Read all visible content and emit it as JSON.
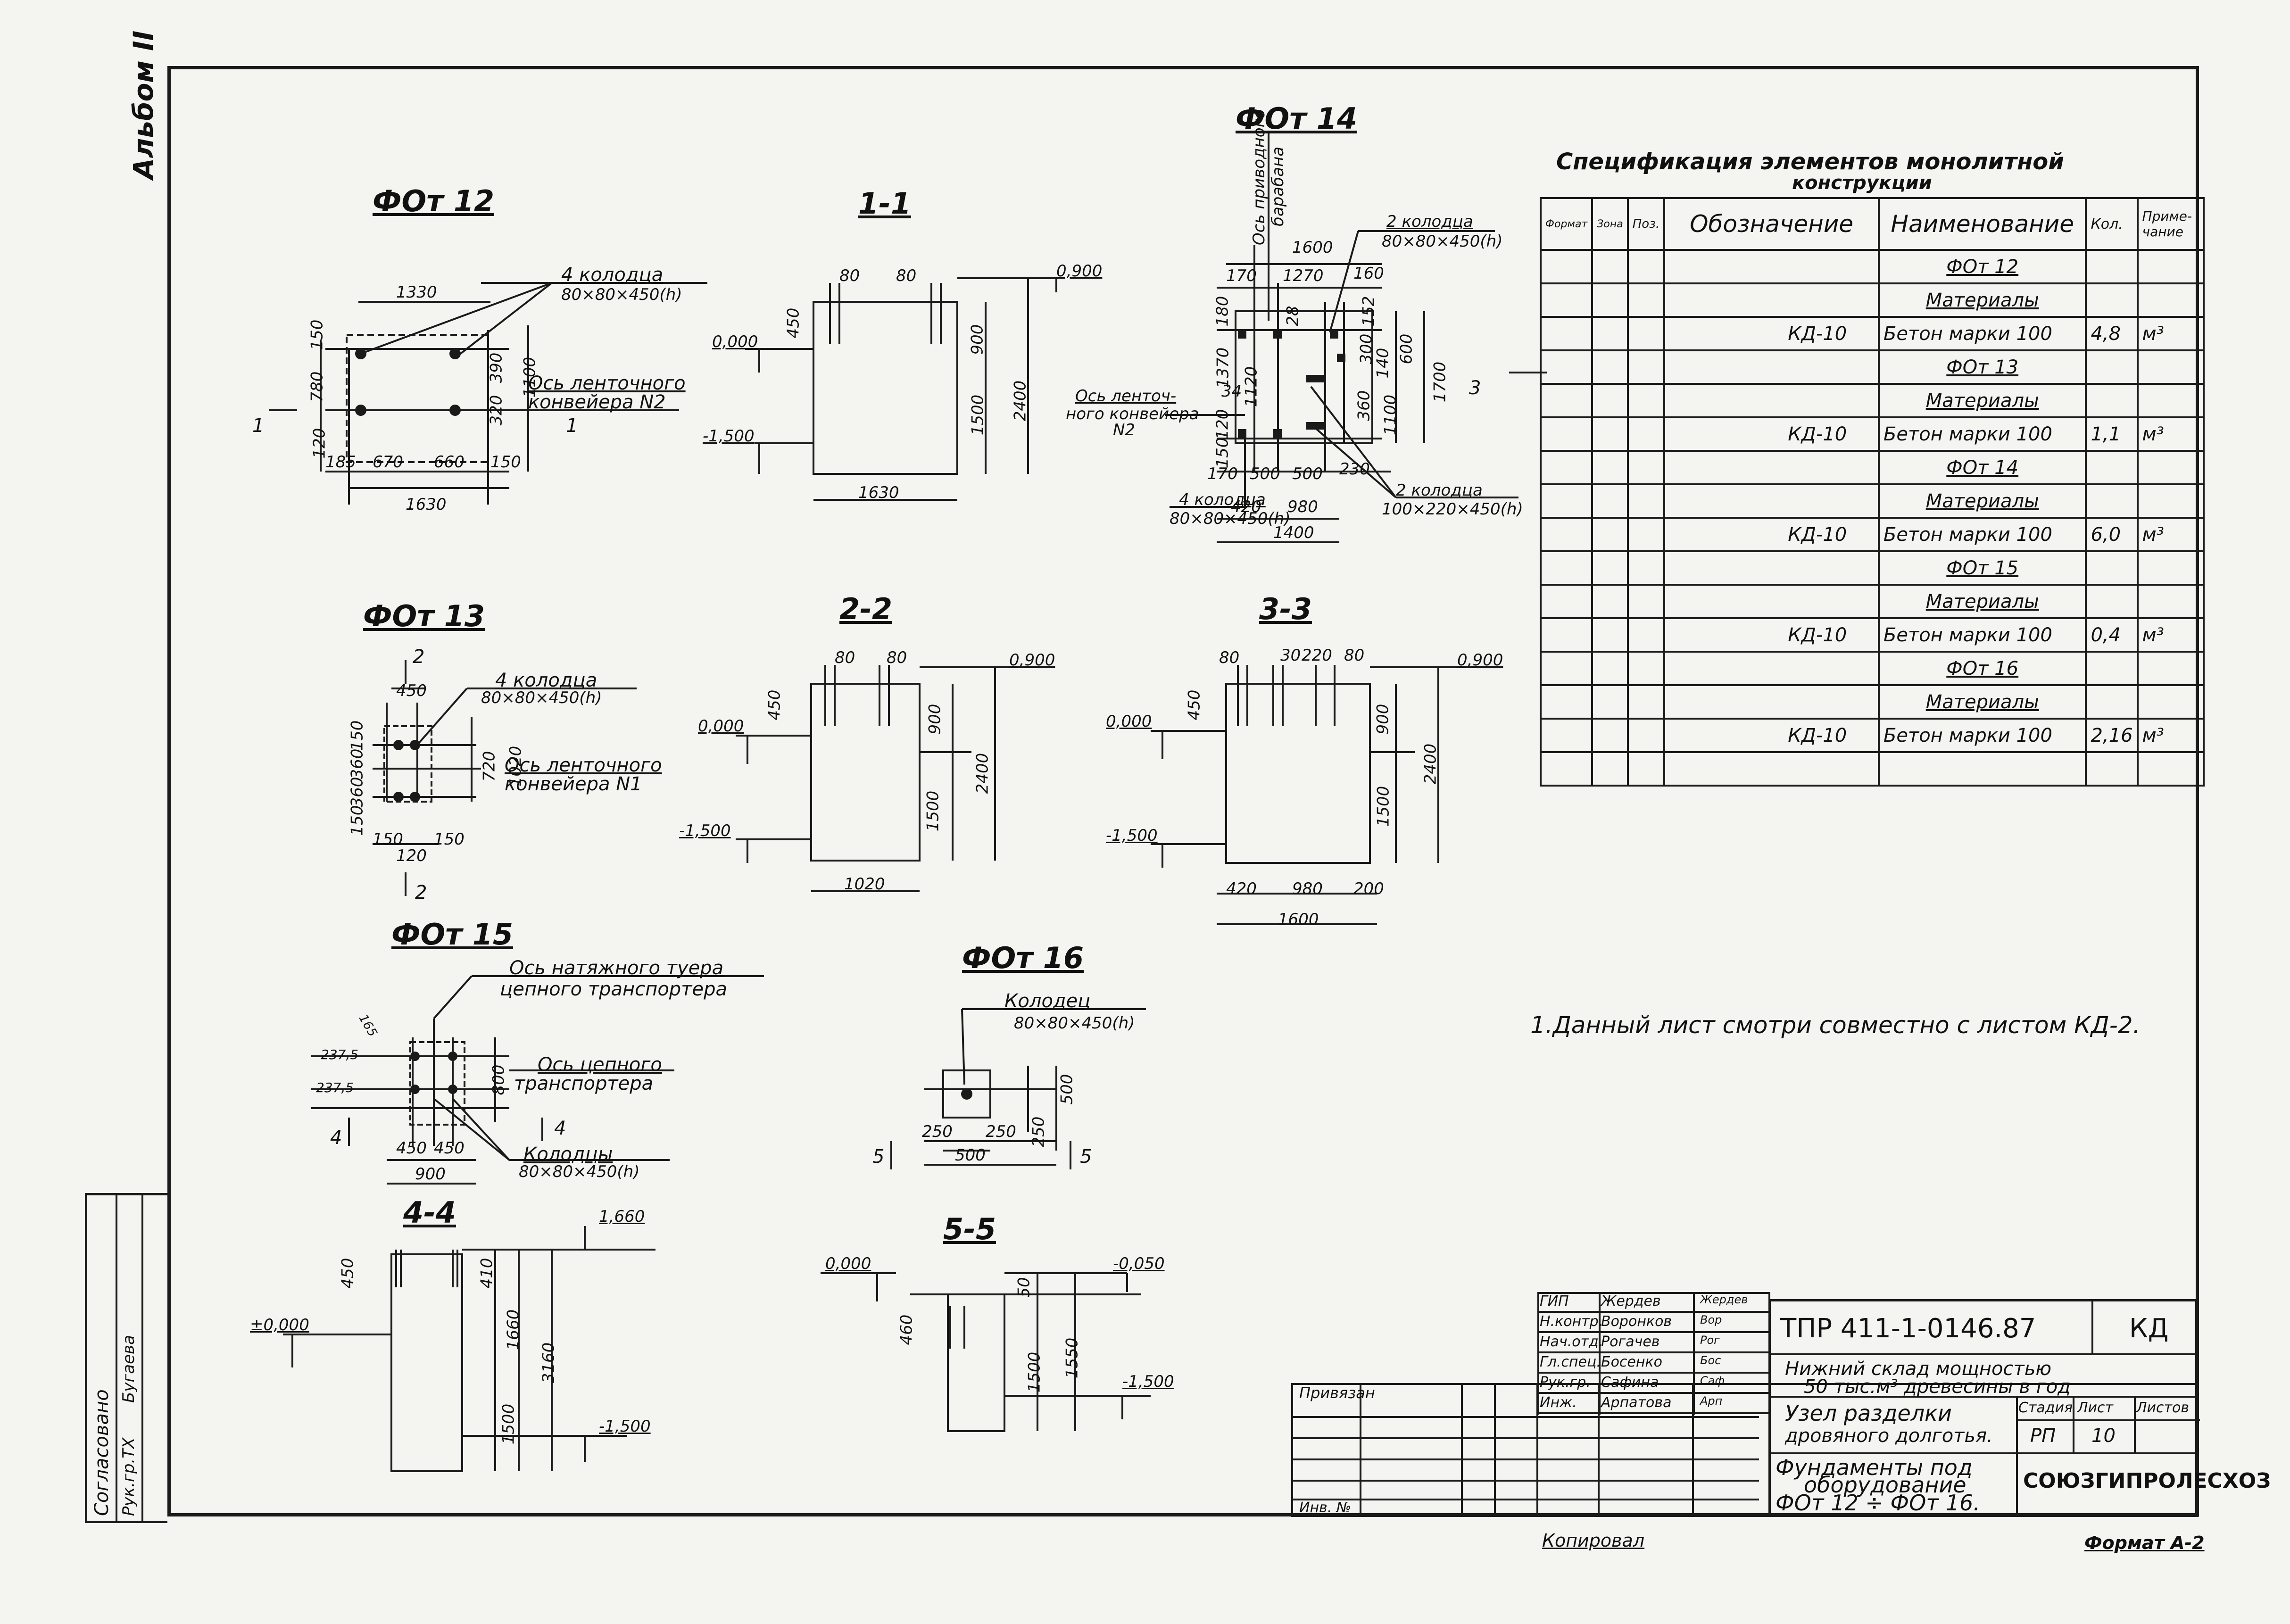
{
  "margin": {
    "vertical_1": "Альбом II"
  },
  "specification": {
    "title_line1": "Спецификация элементов монолитной",
    "title_line2": "конструкции",
    "headers": {
      "format": "Формат",
      "zone": "Зона",
      "pos": "Поз.",
      "designation": "Обозначение",
      "name": "Наименование",
      "qty": "Кол.",
      "note": "Приме-чание"
    },
    "rows": [
      {
        "designation": "",
        "name": "ФОт 12",
        "qty": "",
        "note": ""
      },
      {
        "designation": "",
        "name": "Материалы",
        "qty": "",
        "note": ""
      },
      {
        "designation": "КД-10",
        "name": "Бетон марки 100",
        "qty": "4,8",
        "note": "м³"
      },
      {
        "designation": "",
        "name": "ФОт 13",
        "qty": "",
        "note": ""
      },
      {
        "designation": "",
        "name": "Материалы",
        "qty": "",
        "note": ""
      },
      {
        "designation": "КД-10",
        "name": "Бетон марки 100",
        "qty": "1,1",
        "note": "м³"
      },
      {
        "designation": "",
        "name": "ФОт 14",
        "qty": "",
        "note": ""
      },
      {
        "designation": "",
        "name": "Материалы",
        "qty": "",
        "note": ""
      },
      {
        "designation": "КД-10",
        "name": "Бетон марки 100",
        "qty": "6,0",
        "note": "м³"
      },
      {
        "designation": "",
        "name": "ФОт 15",
        "qty": "",
        "note": ""
      },
      {
        "designation": "",
        "name": "Материалы",
        "qty": "",
        "note": ""
      },
      {
        "designation": "КД-10",
        "name": "Бетон марки 100",
        "qty": "0,4",
        "note": "м³"
      },
      {
        "designation": "",
        "name": "ФОт 16",
        "qty": "",
        "note": ""
      },
      {
        "designation": "",
        "name": "Материалы",
        "qty": "",
        "note": ""
      },
      {
        "designation": "КД-10",
        "name": "Бетон марки 100",
        "qty": "2,16",
        "note": "м³"
      },
      {
        "designation": "",
        "name": "",
        "qty": "",
        "note": ""
      }
    ]
  },
  "note": "1.Данный лист смотри совместно с листом КД-2.",
  "drawings": {
    "fot12": {
      "title": "ФОт 12",
      "d_1330": "1330",
      "d_1630": "1630",
      "d_185": "185",
      "d_670": "670",
      "d_660": "660",
      "d_150": "150",
      "d_780": "780",
      "d_150b": "150",
      "d_120": "120",
      "d_320": "320",
      "d_390": "390",
      "d_1100": "1100",
      "callout1": "4 колодца",
      "callout2": "80×80×450(h)",
      "axis1": "Ось ленточного",
      "axis2": "конвейера N2",
      "cut": "1"
    },
    "s11": {
      "title": "1-1",
      "d_80a": "80",
      "d_80b": "80",
      "d_450": "450",
      "d_900": "900",
      "d_1500": "1500",
      "d_2400": "2400",
      "d_1630": "1630",
      "lvl_top": "0,900",
      "lvl_0": "0,000",
      "lvl_bot": "-1,500"
    },
    "fot14": {
      "title": "ФОт 14",
      "vert1": "Ось приводного",
      "vert2": "барабана",
      "d_1600": "1600",
      "d_170": "170",
      "d_1270": "1270",
      "d_160": "160",
      "d_180": "180",
      "d_1370": "1370",
      "d_1120": "1120",
      "d_120": "120",
      "d_150": "150",
      "d_34": "34",
      "d_28": "28",
      "d_152": "152",
      "d_300": "300",
      "d_140": "140",
      "d_360": "360",
      "d_600": "600",
      "d_1100": "1100",
      "d_1700": "1700",
      "d_170b": "170",
      "d_500a": "500",
      "d_500b": "500",
      "d_230": "230",
      "d_420": "420",
      "d_980": "980",
      "d_1400": "1400",
      "c1a": "2 колодца",
      "c1b": "80×80×450(h)",
      "c2a": "4 колодца",
      "c2b": "80×80×450(h)",
      "c3a": "2 колодца",
      "c3b": "100×220×450(h)",
      "axis1": "Ось ленточ-",
      "axis2": "ного конвейера",
      "axis3": "N2",
      "cut": "3"
    },
    "fot13": {
      "title": "ФОт 13",
      "d_450": "450",
      "d_150": "150",
      "d_360": "360",
      "d_360b": "360",
      "d_150b": "150",
      "d_720": "720",
      "d_1020": "1020",
      "d_150c": "150",
      "d_150d": "150",
      "d_150e": "150",
      "d_120": "120",
      "callout1": "4 колодца",
      "callout2": "80×80×450(h)",
      "axis1": "Ось ленточного",
      "axis2": "конвейера N1",
      "cut": "2"
    },
    "s22": {
      "title": "2-2",
      "d_80a": "80",
      "d_80b": "80",
      "d_450": "450",
      "d_900": "900",
      "d_1500": "1500",
      "d_2400": "2400",
      "d_1020": "1020",
      "lvl_top": "0,900",
      "lvl_0": "0,000",
      "lvl_bot": "-1,500"
    },
    "s33": {
      "title": "3-3",
      "d_80a": "80",
      "d_30": "30",
      "d_220": "220",
      "d_80b": "80",
      "d_450": "450",
      "d_900": "900",
      "d_1500": "1500",
      "d_2400": "2400",
      "d_420": "420",
      "d_980": "980",
      "d_200": "200",
      "d_1600": "1600",
      "lvl_top": "0,900",
      "lvl_0": "0,000",
      "lvl_bot": "-1,500"
    },
    "fot15": {
      "title": "ФОт 15",
      "axis1a": "Ось натяжного туера",
      "axis1b": "цепного транспортера",
      "axis2a": "Ось цепного",
      "axis2b": "транспортера",
      "callout1": "Колодцы",
      "callout2": "80×80×450(h)",
      "d_165": "165",
      "d_450": "450",
      "d_450b": "450",
      "d_900": "900",
      "d_800": "800",
      "d_237": "237,5",
      "d_237b": "237,5",
      "cut": "4"
    },
    "fot16": {
      "title": "ФОт 16",
      "callout1": "Колодец",
      "callout2": "80×80×450(h)",
      "d_250a": "250",
      "d_250b": "250",
      "d_500": "500",
      "d_250c": "250",
      "d_500b": "500",
      "cut": "5"
    },
    "s44": {
      "title": "4-4",
      "d_450": "450",
      "d_410": "410",
      "d_1660": "1660",
      "d_3160": "3160",
      "d_1500": "1500",
      "lvl_top": "1,660",
      "lvl_0": "±0,000",
      "lvl_bot": "-1,500"
    },
    "s55": {
      "title": "5-5",
      "d_460": "460",
      "d_50": "50",
      "d_1500": "1500",
      "d_1550": "1550",
      "lvl_top": "-0,050",
      "lvl_0": "0,000",
      "lvl_bot": "-1,500"
    }
  },
  "approval": {
    "label1": "Согласовано",
    "label2": "Рук.гр.ТХ",
    "sign": "Бугаева"
  },
  "stamp": {
    "roles": [
      {
        "role": "ГИП",
        "name": "Жердев",
        "sig": "Жердев"
      },
      {
        "role": "Н.контр.",
        "name": "Воронков",
        "sig": "Вор"
      },
      {
        "role": "Нач.отд.",
        "name": "Рогачев",
        "sig": "Рог"
      },
      {
        "role": "Гл.спец.",
        "name": "Босенко",
        "sig": "Бос"
      },
      {
        "role": "Рук.гр.",
        "name": "Сафина",
        "sig": "Саф"
      },
      {
        "role": "Инж.",
        "name": "Арпатова",
        "sig": "Арп"
      }
    ],
    "binding": "Привязан",
    "inv": "Инв. №",
    "code": "ТПР 411-1-0146.87",
    "mark": "КД",
    "project1": "Нижний склад мощностью",
    "project2": "50 тыс.м³ древесины в год",
    "object1": "Узел разделки",
    "object2": "дровяного долготья.",
    "stage_h": "Стадия",
    "sheet_h": "Лист",
    "sheets_h": "Листов",
    "stage": "РП",
    "sheet": "10",
    "sheets": "",
    "doc1": "Фундаменты под",
    "doc2": "оборудование",
    "doc3": "ФОт 12 ÷ ФОт 16.",
    "org": "СОЮЗГИПРОЛЕСХОЗ"
  },
  "footer": {
    "copied": "Копировал",
    "format": "Формат А-2"
  }
}
